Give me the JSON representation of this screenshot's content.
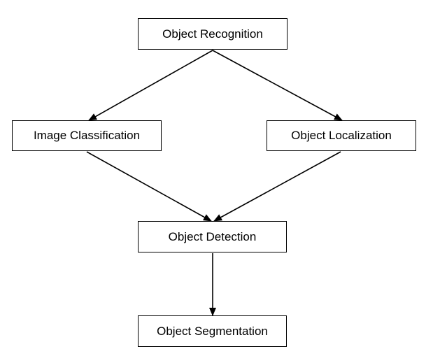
{
  "diagram": {
    "nodes": {
      "recognition": "Object Recognition",
      "classification": "Image Classification",
      "localization": "Object Localization",
      "detection": "Object Detection",
      "segmentation": "Object Segmentation"
    },
    "edges": [
      {
        "from": "Object Recognition",
        "to": "Image Classification"
      },
      {
        "from": "Object Recognition",
        "to": "Object Localization"
      },
      {
        "from": "Image Classification",
        "to": "Object Detection"
      },
      {
        "from": "Object Localization",
        "to": "Object Detection"
      },
      {
        "from": "Object Detection",
        "to": "Object Segmentation"
      }
    ],
    "colors": {
      "stroke": "#000000",
      "background": "#ffffff"
    }
  }
}
